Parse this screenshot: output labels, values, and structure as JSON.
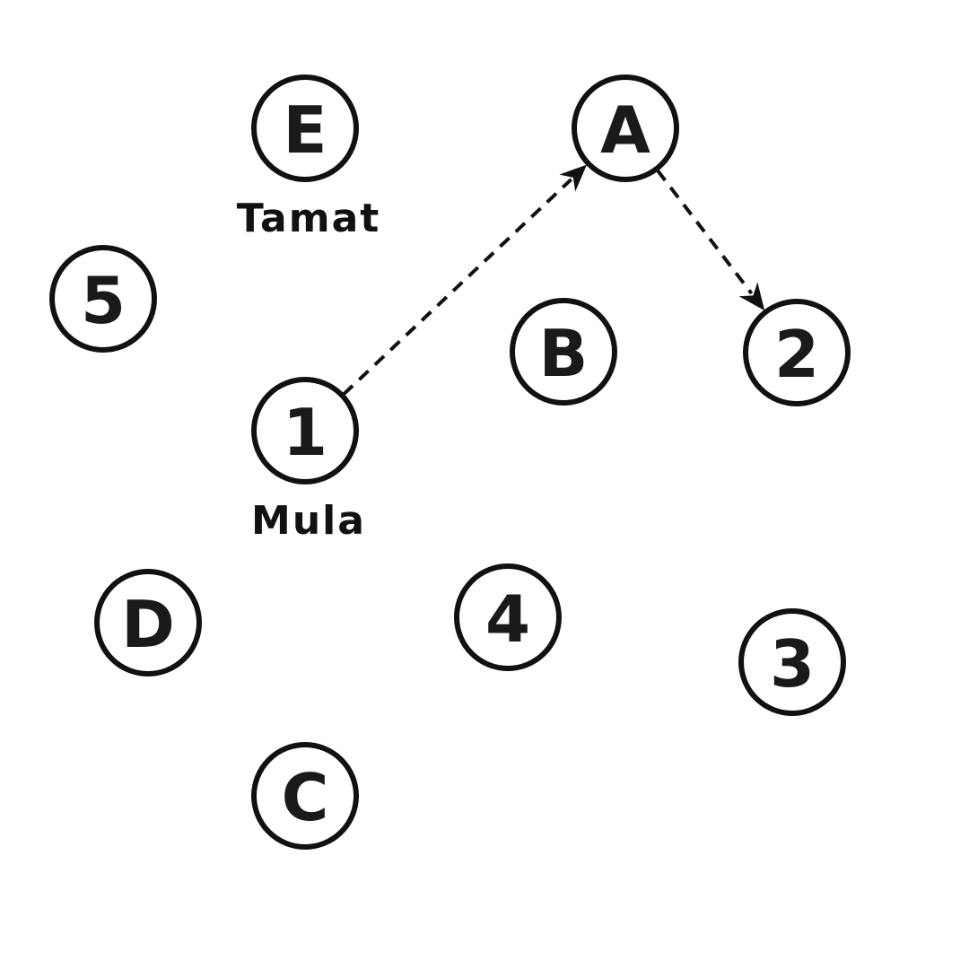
{
  "diagram": {
    "nodes": [
      {
        "id": "E",
        "label": "E",
        "caption": "Tamat"
      },
      {
        "id": "A",
        "label": "A",
        "caption": ""
      },
      {
        "id": "5",
        "label": "5",
        "caption": ""
      },
      {
        "id": "B",
        "label": "B",
        "caption": ""
      },
      {
        "id": "2",
        "label": "2",
        "caption": ""
      },
      {
        "id": "1",
        "label": "1",
        "caption": "Mula"
      },
      {
        "id": "D",
        "label": "D",
        "caption": ""
      },
      {
        "id": "4",
        "label": "4",
        "caption": ""
      },
      {
        "id": "3",
        "label": "3",
        "caption": ""
      },
      {
        "id": "C",
        "label": "C",
        "caption": ""
      }
    ],
    "edges": [
      {
        "from": "1",
        "to": "A",
        "style": "dashed"
      },
      {
        "from": "A",
        "to": "2",
        "style": "dashed"
      }
    ]
  }
}
